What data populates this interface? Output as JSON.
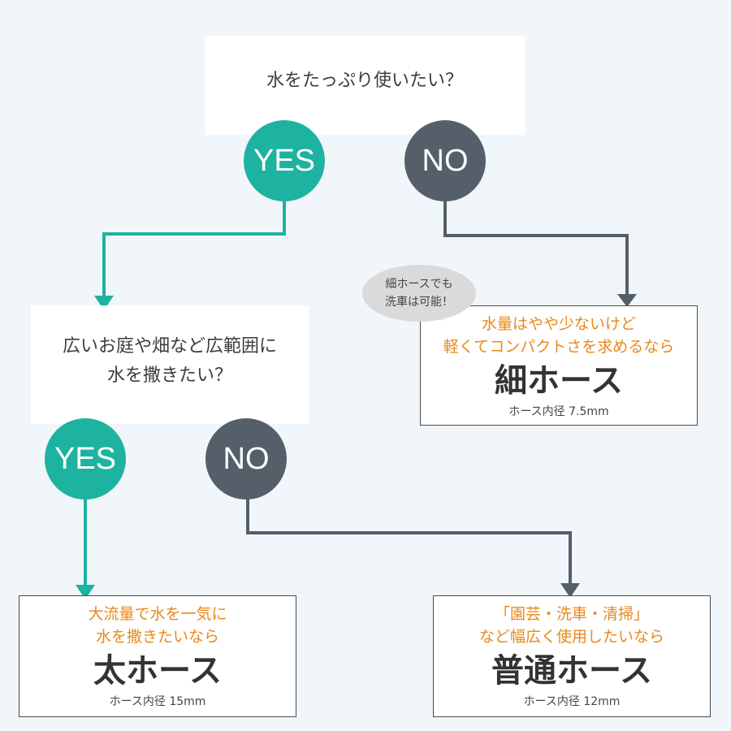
{
  "q1": {
    "line1": "水をたっぷり使いたい？"
  },
  "q2": {
    "line1": "広いお庭や畑など広範囲に",
    "line2": "水を撒きたい？"
  },
  "answers": {
    "yes": "YES",
    "no": "NO"
  },
  "results": {
    "thin": {
      "desc1": "水量はやや少ないけど",
      "desc2": "軽くてコンパクトさを求めるなら",
      "name": "細ホース",
      "spec": "ホース内径 7.5mm",
      "bubble1": "細ホースでも",
      "bubble2": "洗車は可能！"
    },
    "thick": {
      "desc1": "大流量で水を一気に",
      "desc2": "水を撒きたいなら",
      "name": "太ホース",
      "spec": "ホース内径 15mm"
    },
    "normal": {
      "desc1": "「園芸・洗車・清掃」",
      "desc2": "など幅広く使用したいなら",
      "name": "普通ホース",
      "spec": "ホース内径 12mm"
    }
  },
  "colors": {
    "yes": "#1db3a0",
    "no": "#545f69",
    "accent": "#e8891c",
    "background": "#f1f6fa"
  }
}
